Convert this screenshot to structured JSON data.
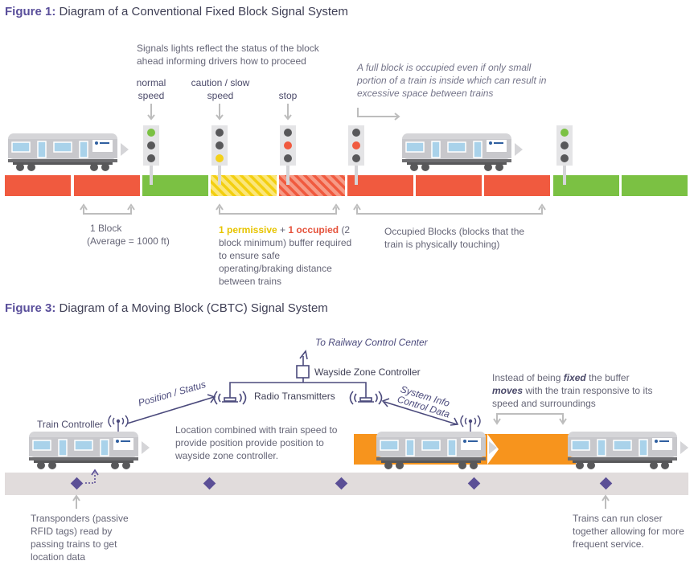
{
  "figure1": {
    "num": "Figure 1:",
    "title": " Diagram of a Conventional Fixed Block Signal System",
    "signals_note": "Signals lights reflect the status of the block ahead informing drivers how to proceed",
    "full_block_note": "A full block is occupied even if only small portion of a train is inside which can result in excessive space between trains",
    "label_normal": "normal speed",
    "label_caution": "caution / slow speed",
    "label_stop": "stop",
    "block_label": "1 Block",
    "block_avg": "(Average = 1000 ft)",
    "buffer_permissive": "1 permissive",
    "buffer_plus": " + ",
    "buffer_occupied": "1 occupied",
    "buffer_text": "(2 block minimum) buffer required to ensure safe operating/braking distance between trains",
    "occupied_text": "Occupied Blocks (blocks that the train is physically touching)",
    "colors": {
      "red": "#f05a3f",
      "green": "#7bc143",
      "yellow": "#f3d11a",
      "gray": "#58585a"
    }
  },
  "figure3": {
    "num": "Figure 3:",
    "title": " Diagram of a Moving Block (CBTC) Signal System",
    "control_center": "To Railway Control Center",
    "wayside": "Wayside Zone Controller",
    "radio": "Radio Transmitters",
    "position_status": "Position / Status",
    "system_info": "System Info",
    "control_data": "Control Data",
    "train_controller": "Train Controller",
    "location_text": "Location combined with train speed to provide position provide position to wayside zone controller.",
    "moving_pre": "Instead of being ",
    "moving_fixed": "fixed",
    "moving_mid": " the buffer ",
    "moving_moves": "moves",
    "moving_post": " with the train responsive to its speed and surroundings",
    "transponders": "Transponders (passive RFID tags) read by passing trains to get location data",
    "closer": "Trains can run closer together allowing for more frequent service.",
    "colors": {
      "orange": "#f7941d",
      "track": "#e1dcdc",
      "diamond": "#5b4f96"
    }
  }
}
